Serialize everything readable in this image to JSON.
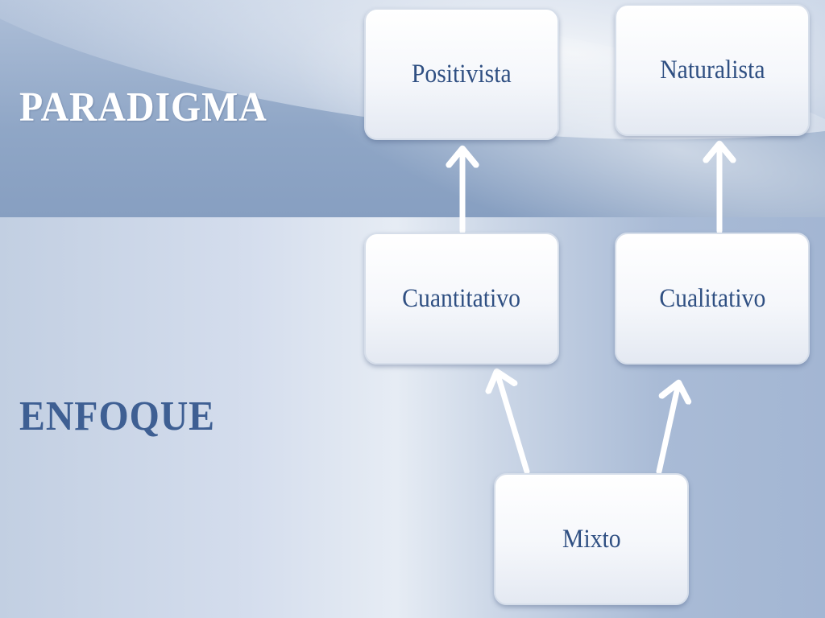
{
  "headings": {
    "paradigma": "PARADIGMA",
    "enfoque": "ENFOQUE"
  },
  "nodes": {
    "positivista": "Positivista",
    "naturalista": "Naturalista",
    "cuantitativo": "Cuantitativo",
    "cualitativo": "Cualitativo",
    "mixto": "Mixto"
  },
  "edges": [
    {
      "from": "cuantitativo",
      "to": "positivista"
    },
    {
      "from": "cualitativo",
      "to": "naturalista"
    },
    {
      "from": "mixto",
      "to": "cuantitativo"
    },
    {
      "from": "mixto",
      "to": "cualitativo"
    }
  ],
  "colors": {
    "heading_light": "#ffffff",
    "heading_dark": "#3e5f93",
    "node_text": "#2f4f82",
    "arrow": "#ffffff"
  }
}
